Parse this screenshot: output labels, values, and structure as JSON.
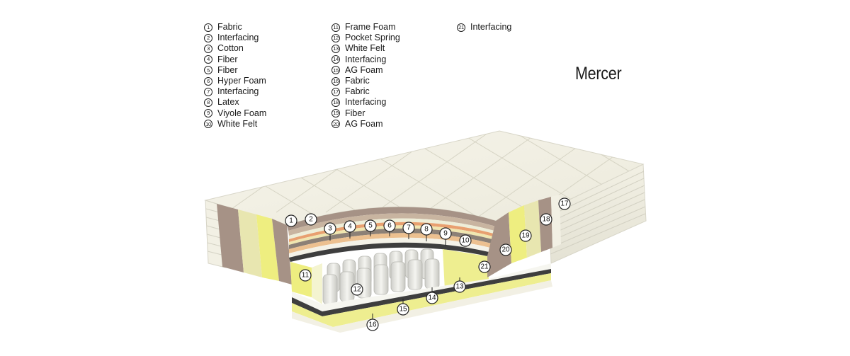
{
  "product_name": "Mercer",
  "legend": [
    [
      {
        "num": "1",
        "label": "Fabric"
      },
      {
        "num": "2",
        "label": "Interfacing"
      },
      {
        "num": "3",
        "label": "Cotton"
      },
      {
        "num": "4",
        "label": "Fiber"
      },
      {
        "num": "5",
        "label": "Fiber"
      },
      {
        "num": "6",
        "label": "Hyper Foam"
      },
      {
        "num": "7",
        "label": "Interfacing"
      },
      {
        "num": "8",
        "label": "Latex"
      },
      {
        "num": "9",
        "label": "Viyole Foam"
      },
      {
        "num": "10",
        "label": "White Felt"
      }
    ],
    [
      {
        "num": "11",
        "label": "Frame Foam"
      },
      {
        "num": "12",
        "label": "Pocket Spring"
      },
      {
        "num": "13",
        "label": "White Felt"
      },
      {
        "num": "14",
        "label": "Interfacing"
      },
      {
        "num": "15",
        "label": "AG Foam"
      },
      {
        "num": "16",
        "label": "Fabric"
      },
      {
        "num": "17",
        "label": "Fabric"
      },
      {
        "num": "18",
        "label": "Interfacing"
      },
      {
        "num": "19",
        "label": "Fiber"
      },
      {
        "num": "20",
        "label": "AG Foam"
      }
    ],
    [
      {
        "num": "21",
        "label": "Interfacing"
      }
    ]
  ],
  "callouts": [
    "1",
    "2",
    "3",
    "4",
    "5",
    "6",
    "7",
    "8",
    "9",
    "10",
    "11",
    "12",
    "13",
    "14",
    "15",
    "16",
    "17",
    "18",
    "19",
    "20",
    "21"
  ],
  "colors": {
    "fabric": "#f4f2e6",
    "interfacing": "#a69286",
    "fiber": "#e9e7a0",
    "ag_foam": "#eeee80",
    "latex": "#e8a070",
    "spring": "#e0e0dc",
    "felt": "#f6f6f0"
  }
}
